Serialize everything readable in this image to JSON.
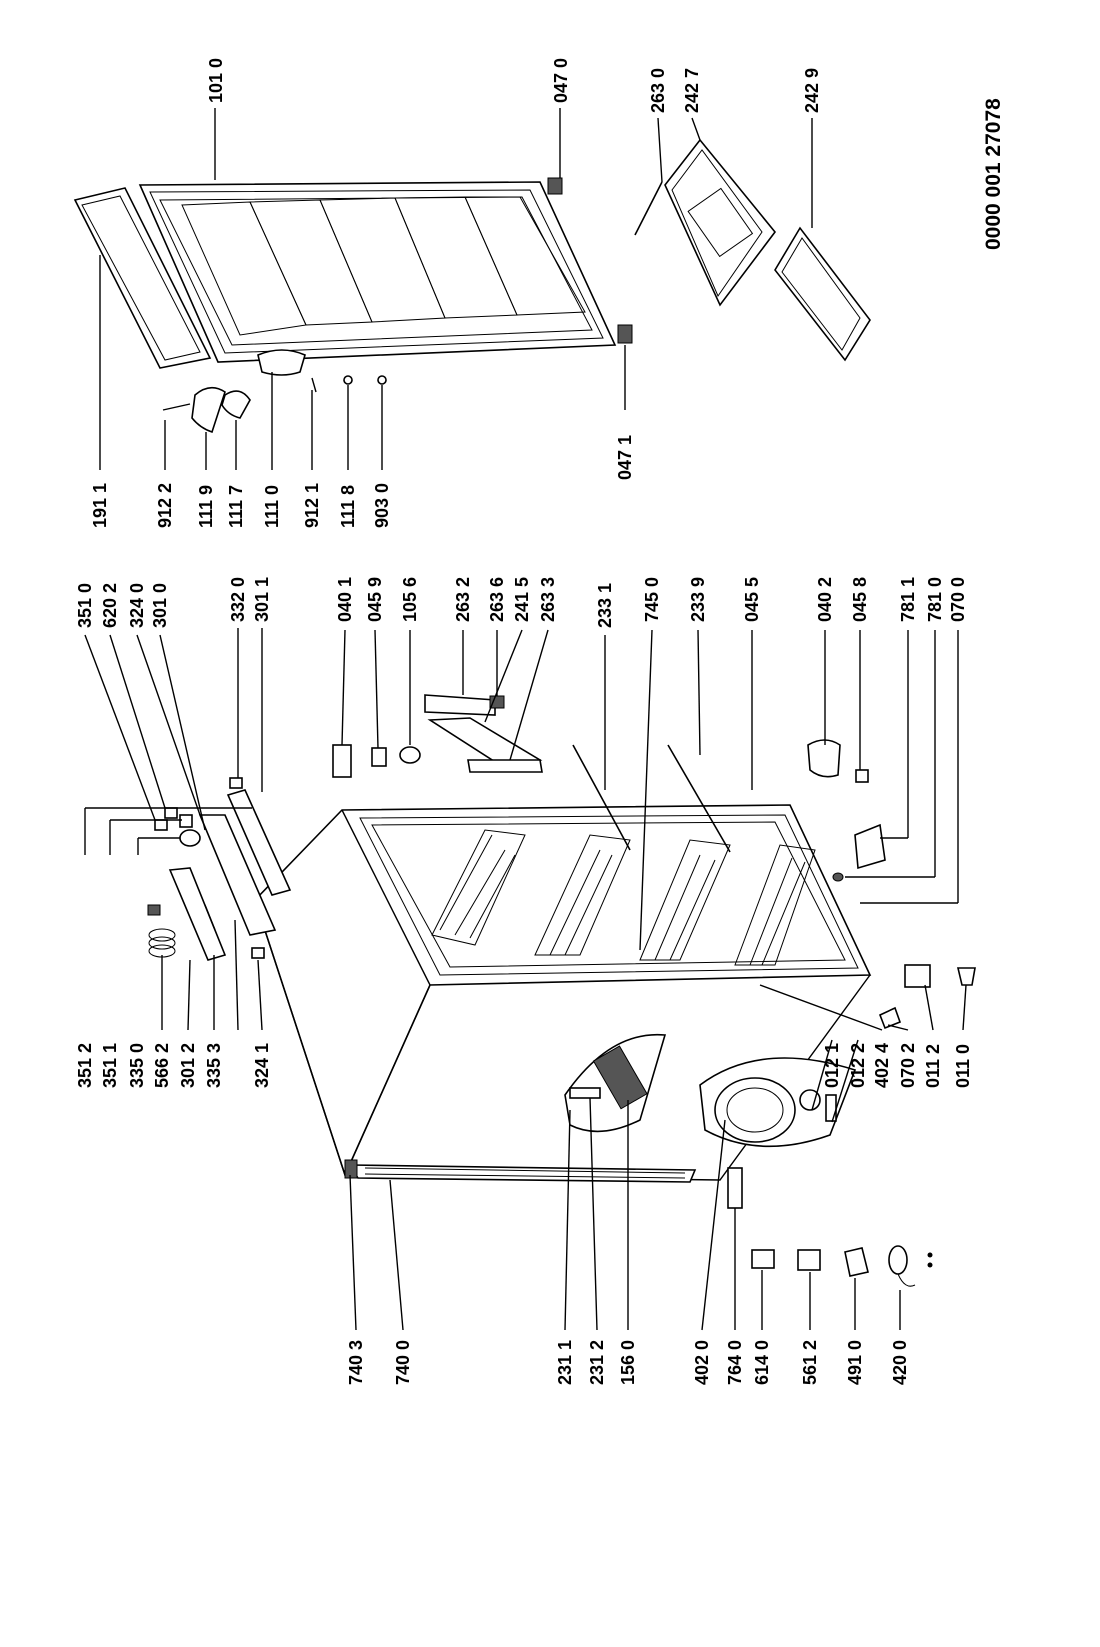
{
  "document_number": "0000 001 27078",
  "labels": {
    "l1011": "101 0",
    "l0470": "047 0",
    "l2630": "263 0",
    "l2427": "242 7",
    "l2429": "242 9",
    "l1911": "191 1",
    "l9122": "912 2",
    "l1119": "111 9",
    "l1117": "111 7",
    "l1110": "111 0",
    "l9121": "912 1",
    "l1118": "111 8",
    "l9030": "903 0",
    "l0471": "047 1",
    "l3510": "351 0",
    "l6202": "620 2",
    "l3240": "324 0",
    "l3010": "301 0",
    "l3320": "332 0",
    "l3011": "301 1",
    "l0401": "040 1",
    "l0459": "045 9",
    "l1056": "105 6",
    "l2632": "263 2",
    "l2636": "263 6",
    "l2415": "241 5",
    "l2633": "263 3",
    "l2331": "233 1",
    "l7450": "745 0",
    "l2339": "233 9",
    "l0455": "045 5",
    "l0402": "040 2",
    "l0458": "045 8",
    "l7811": "781 1",
    "l7810": "781 0",
    "l0700": "070 0",
    "l3512": "351 2",
    "l3511": "351 1",
    "l3350": "335 0",
    "l5662": "566 2",
    "l3012": "301 2",
    "l3353": "335 3",
    "l3241": "324 1",
    "l7403": "740 3",
    "l7400": "740 0",
    "l2311": "231 1",
    "l2312": "231 2",
    "l1560": "156 0",
    "l4020": "402 0",
    "l7640": "764 0",
    "l6140": "614 0",
    "l5612": "561 2",
    "l4910": "491 0",
    "l4200": "420 0",
    "l0121": "012 1",
    "l0122": "012 2",
    "l4024": "402 4",
    "l0702": "070 2",
    "l0112": "011 2",
    "l0110": "011 0"
  }
}
